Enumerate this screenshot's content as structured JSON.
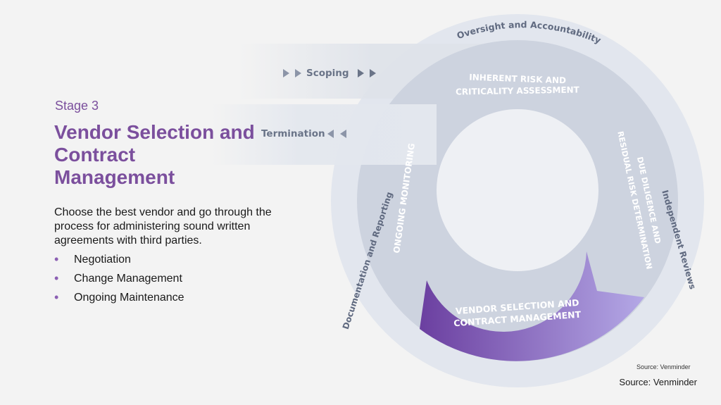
{
  "stage": "Stage 3",
  "title": "Vendor Selection and Contract Management",
  "description": "Choose the best vendor and go through the process for administering sound written agreements with third parties.",
  "bullets": [
    "Negotiation",
    "Change Management",
    "Ongoing Maintenance"
  ],
  "diagram": {
    "outer_ring": {
      "top": "Oversight and Accountability",
      "right": "Independent Reviews",
      "left": "Documentation and Reporting"
    },
    "inner_stages": {
      "top_line1": "INHERENT RISK AND",
      "top_line2": "CRITICALITY ASSESSMENT",
      "right_line1": "DUE DILIGENCE AND",
      "right_line2": "RESIDUAL RISK DETERMINATION",
      "bottom_line1": "VENDOR SELECTION AND",
      "bottom_line2": "CONTRACT MANAGEMENT",
      "left": "ONGOING MONITORING"
    },
    "scoping_label": "Scoping",
    "termination_label": "Termination"
  },
  "source_small": "Source: Venminder",
  "source": "Source: Venminder",
  "colors": {
    "accent": "#7b4f9d",
    "active_stage_dark": "#6b3fa0",
    "active_stage_light": "#b4a8e6",
    "ring_outer": "#e2e6ee",
    "ring_inner": "#cdd3df",
    "band": "#dbe0e8"
  }
}
